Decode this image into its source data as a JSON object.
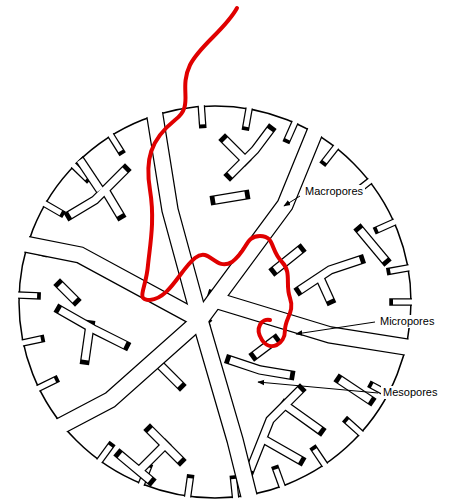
{
  "diagram": {
    "labels": [
      "Macropores",
      "Micropores",
      "Mesopores"
    ]
  }
}
